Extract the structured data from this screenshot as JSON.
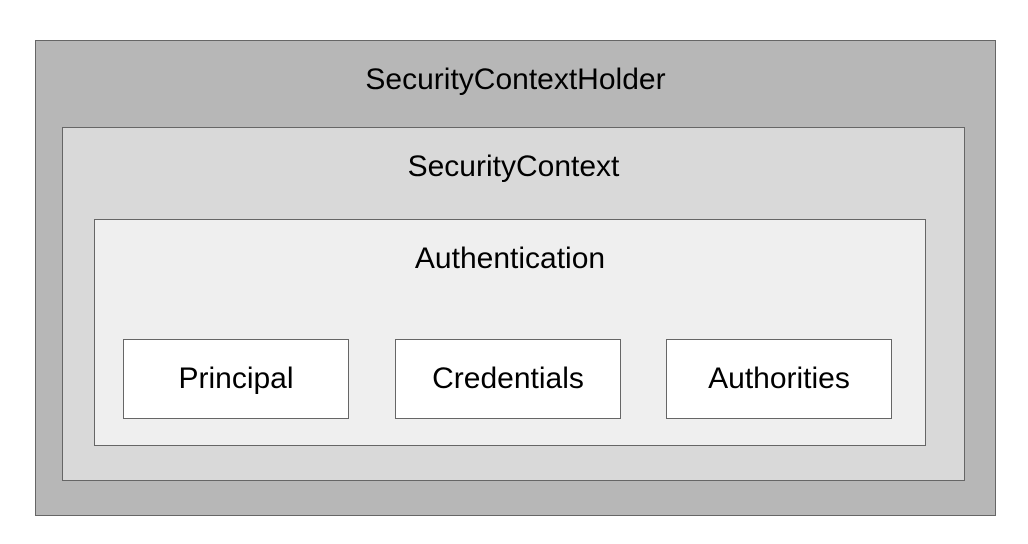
{
  "diagram": {
    "holder": {
      "label": "SecurityContextHolder"
    },
    "context": {
      "label": "SecurityContext"
    },
    "authentication": {
      "label": "Authentication",
      "parts": [
        {
          "label": "Principal"
        },
        {
          "label": "Credentials"
        },
        {
          "label": "Authorities"
        }
      ]
    }
  },
  "colors": {
    "holder_fill": "#b7b7b7",
    "context_fill": "#d9d9d9",
    "authentication_fill": "#efefef",
    "part_fill": "#ffffff",
    "border": "#666666"
  }
}
